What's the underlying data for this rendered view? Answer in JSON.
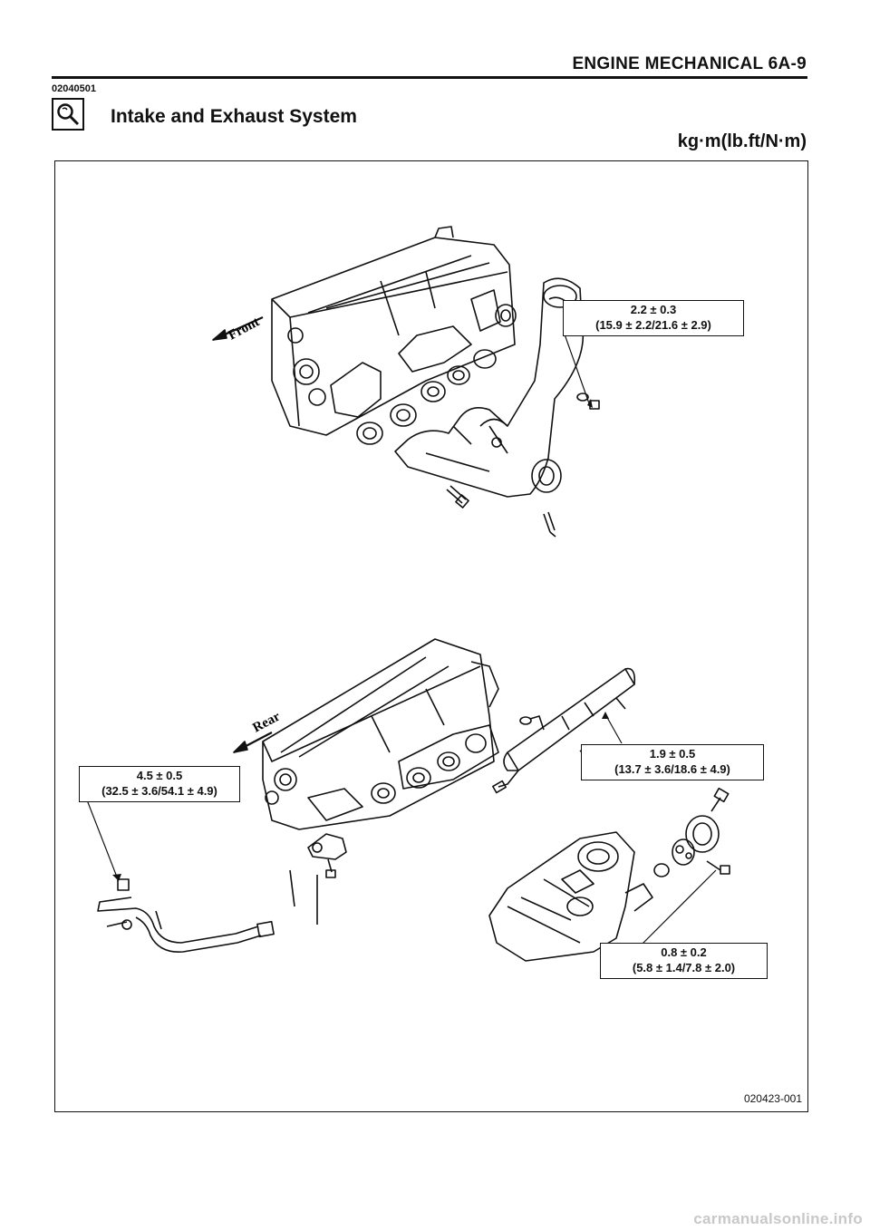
{
  "header": {
    "title": "ENGINE MECHANICAL 6A-9"
  },
  "section": {
    "code": "02040501",
    "icon": "magnifier-inspection-icon",
    "title": "Intake and Exhaust System"
  },
  "units": "kg·m(lb.ft/N·m)",
  "labels": {
    "front": "Front",
    "rear": "Rear"
  },
  "specs": [
    {
      "value": "2.2 ± 0.3",
      "detail": "(15.9 ± 2.2/21.6 ± 2.9)"
    },
    {
      "value": "1.9 ± 0.5",
      "detail": "(13.7 ± 3.6/18.6 ± 4.9)"
    },
    {
      "value": "4.5 ± 0.5",
      "detail": "(32.5 ± 3.6/54.1 ± 4.9)"
    },
    {
      "value": "0.8 ± 0.2",
      "detail": "(5.8 ± 1.4/7.8 ± 2.0)"
    }
  ],
  "figure_number": "020423-001",
  "watermark": "carmanualsonline.info"
}
